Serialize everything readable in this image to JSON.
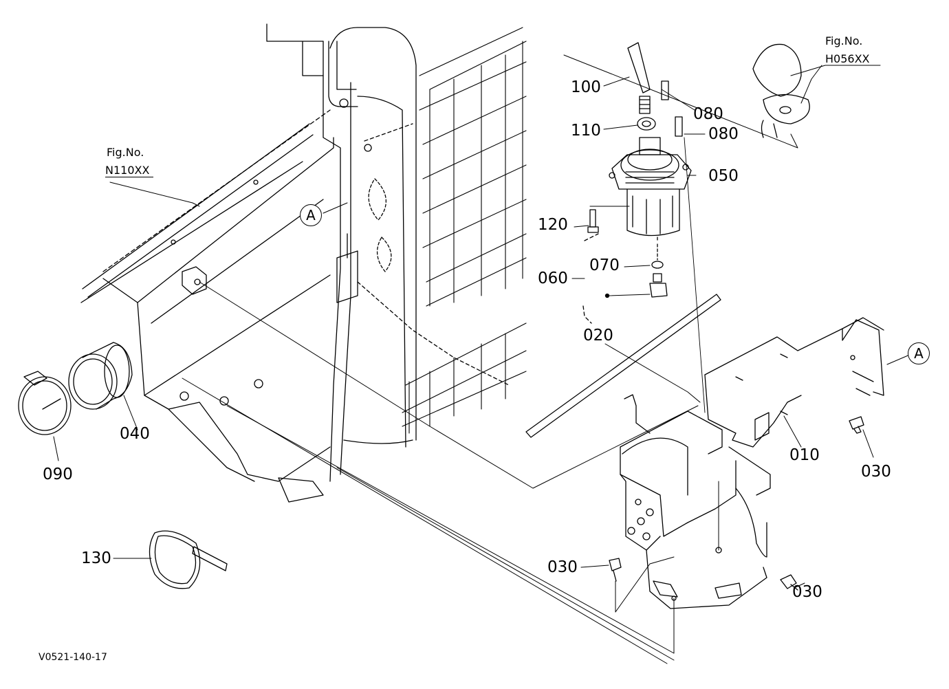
{
  "labels": {
    "p100": "100",
    "p110": "110",
    "p080a": "080",
    "p080b": "080",
    "p050": "050",
    "p120": "120",
    "p070": "070",
    "p060": "060",
    "p020": "020",
    "p010": "010",
    "p030a": "030",
    "p030b": "030",
    "p030c": "030",
    "p040": "040",
    "p090": "090",
    "p130": "130"
  },
  "fig_refs": {
    "left": {
      "title": "Fig.No.",
      "code": "N110XX"
    },
    "right": {
      "title": "Fig.No.",
      "code": "H056XX"
    }
  },
  "callouts": {
    "a_left": "A",
    "a_right": "A"
  },
  "drawing_code": "V0521-140-17"
}
